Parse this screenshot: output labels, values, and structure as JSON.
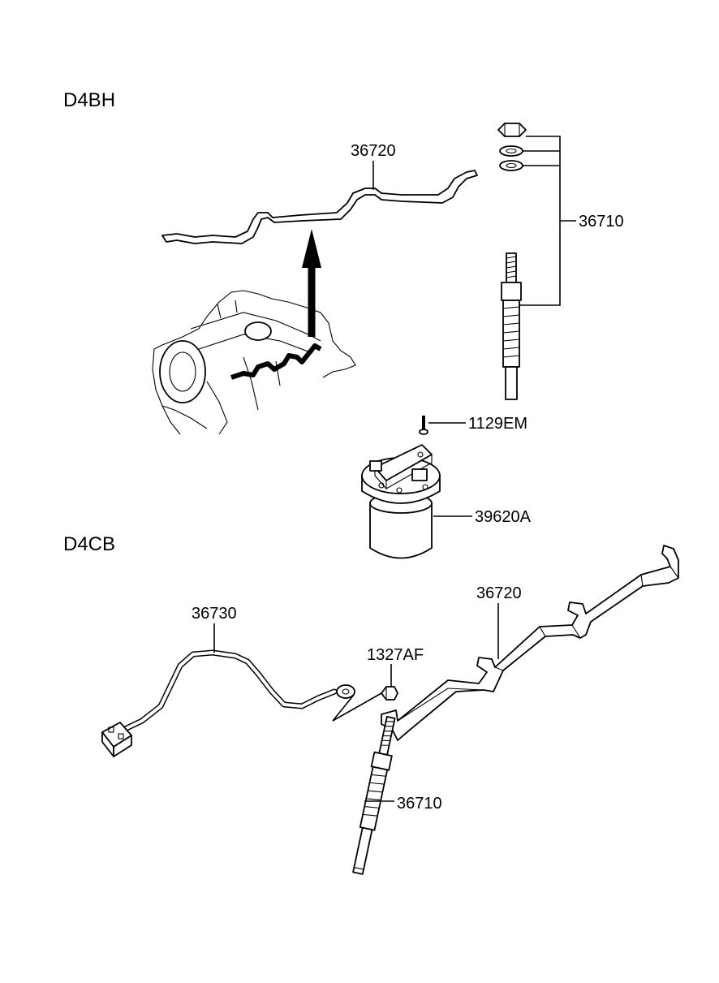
{
  "sections": {
    "top": "D4BH",
    "bottom": "D4CB"
  },
  "parts": {
    "top_rail": "36720",
    "top_glow_plug": "36710",
    "bolt": "1129EM",
    "relay": "39620A",
    "cable": "36730",
    "nut": "1327AF",
    "bottom_rail": "36720",
    "bottom_glow_plug": "36710"
  }
}
